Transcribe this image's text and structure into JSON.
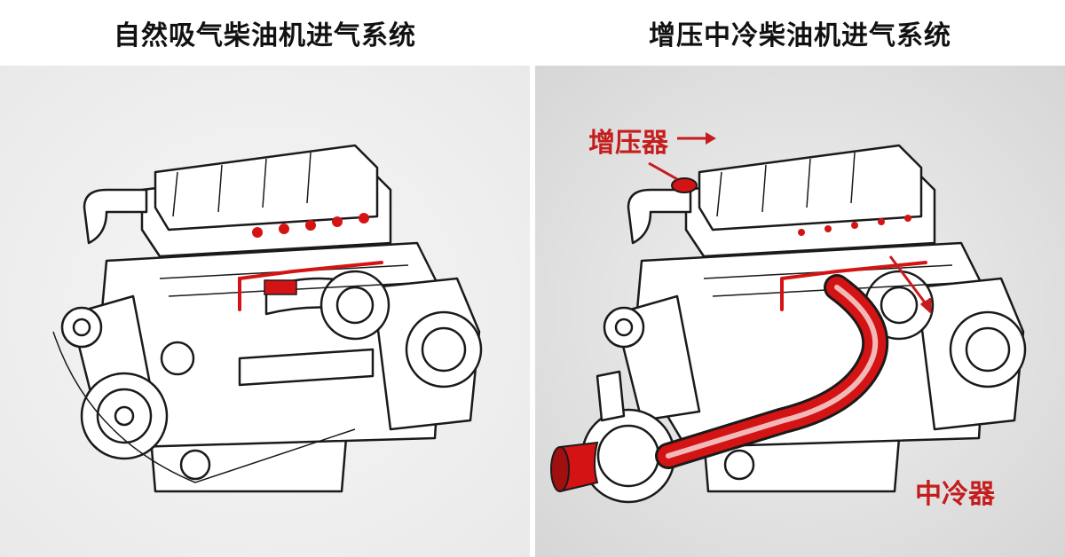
{
  "left_panel": {
    "title": "自然吸气柴油机进气系统"
  },
  "right_panel": {
    "title": "增压中冷柴油机进气系统",
    "labels": {
      "turbocharger": "增压器",
      "intercooler": "中冷器"
    }
  },
  "colors": {
    "highlight": "#d41414",
    "label": "#c51d1d",
    "line": "#1a1a1a"
  },
  "icons": [
    "arrow-right-icon",
    "arrow-pointer-icon"
  ]
}
